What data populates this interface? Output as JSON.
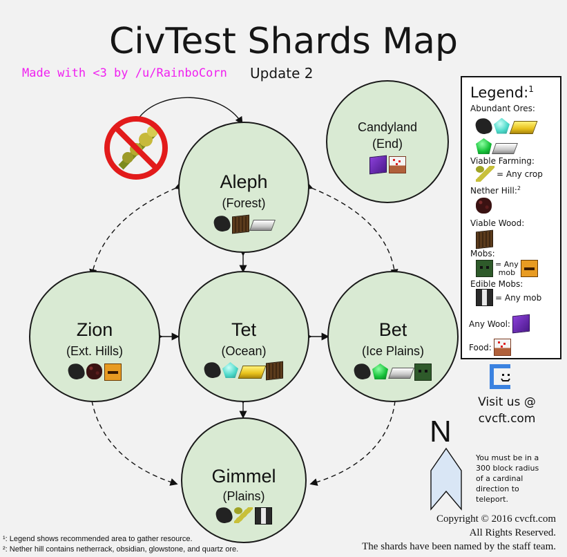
{
  "title": "CivTest Shards Map",
  "credit": "Made with <3 by /u/RainboCorn",
  "update": "Update 2",
  "shards": [
    {
      "name": "Aleph",
      "sub": "(Forest)",
      "icons": [
        "coal-icon",
        "wood-icon",
        "iron-icon"
      ]
    },
    {
      "name": "Zion",
      "sub": "(Ext. Hills)",
      "icons": [
        "coal-icon",
        "netherrack-icon",
        "blaze-icon"
      ]
    },
    {
      "name": "Tet",
      "sub": "(Ocean)",
      "icons": [
        "coal-icon",
        "diamond-icon",
        "gold-icon",
        "wood-icon"
      ]
    },
    {
      "name": "Bet",
      "sub": "(Ice Plains)",
      "icons": [
        "coal-icon",
        "emerald-icon",
        "iron-icon",
        "zombie-icon"
      ]
    },
    {
      "name": "Gimmel",
      "sub": "(Plains)",
      "icons": [
        "coal-icon",
        "wheat-icon",
        "cow-icon"
      ]
    },
    {
      "name": "Candyland",
      "sub": "(End)",
      "icons": [
        "wool-icon",
        "cake-icon"
      ]
    }
  ],
  "legend": {
    "title": "Legend:",
    "title_sup": "1",
    "abundant_ores": "Abundant Ores:",
    "viable_farming": "Viable Farming:",
    "any_crop": "= Any crop",
    "nether_hill": "Nether Hill:",
    "nether_hill_sup": "2",
    "viable_wood": "Viable Wood:",
    "mobs": "Mobs:",
    "any_mob_1": "= Any",
    "any_mob_2": "mob",
    "edible_mobs": "Edible Mobs:",
    "any_mob_edible": "= Any mob",
    "any_wool": "Any Wool:",
    "food": "Food:"
  },
  "visit": {
    "line1": "Visit us @",
    "line2": "cvcft.com"
  },
  "north": "N",
  "teleport_note": [
    "You must be in a",
    "300 block radius",
    "of a cardinal",
    "direction to",
    "teleport."
  ],
  "copyright": [
    "Copyright © 2016 cvcft.com",
    "All Rights Reserved.",
    "The shards have been named by the staff team."
  ],
  "footnotes": [
    "¹: Legend shows recommended area to gather resource.",
    "²: Nether hill contains netherrack, obsidian, glowstone, and quartz ore."
  ],
  "colors": {
    "circle": "#d9ead3",
    "credit": "#f020f0",
    "arrow_head": "#d9e6f5",
    "cvcft_blue": "#3b82e0"
  }
}
